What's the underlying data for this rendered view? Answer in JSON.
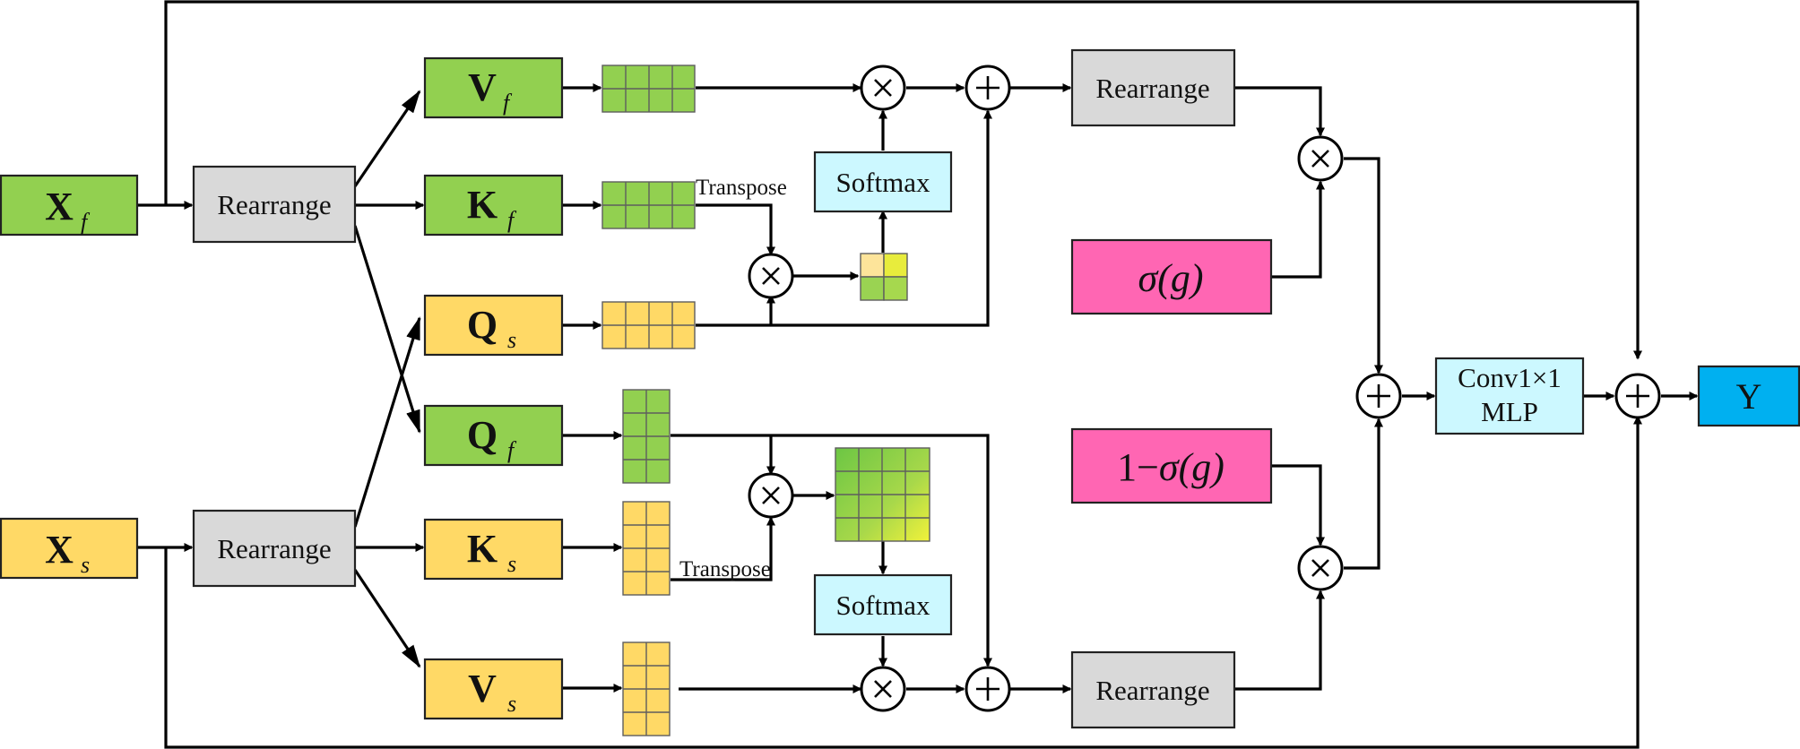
{
  "inputs": {
    "xf": "X",
    "xf_sub": "f",
    "xs": "X",
    "xs_sub": "s",
    "output": "Y"
  },
  "blocks": {
    "rearrange": "Rearrange",
    "softmax": "Softmax",
    "transpose": "Transpose",
    "vf": "V",
    "vf_sub": "f",
    "kf": "K",
    "kf_sub": "f",
    "qs": "Q",
    "qs_sub": "s",
    "qf": "Q",
    "qf_sub": "f",
    "ks": "K",
    "ks_sub": "s",
    "vs": "V",
    "vs_sub": "s",
    "sigma_g": "σ(g)",
    "one_minus_prefix": "1−",
    "one_minus_sigma": "σ(g)",
    "conv_line1": "Conv1×1",
    "conv_line2": "MLP"
  },
  "colors": {
    "green_block": "#92d050",
    "yellow_block": "#ffd966",
    "gray_block": "#d9d9d9",
    "cyan_block": "#ccf8ff",
    "pink_block": "#ff66b3",
    "blue_block": "#00b0f0"
  }
}
